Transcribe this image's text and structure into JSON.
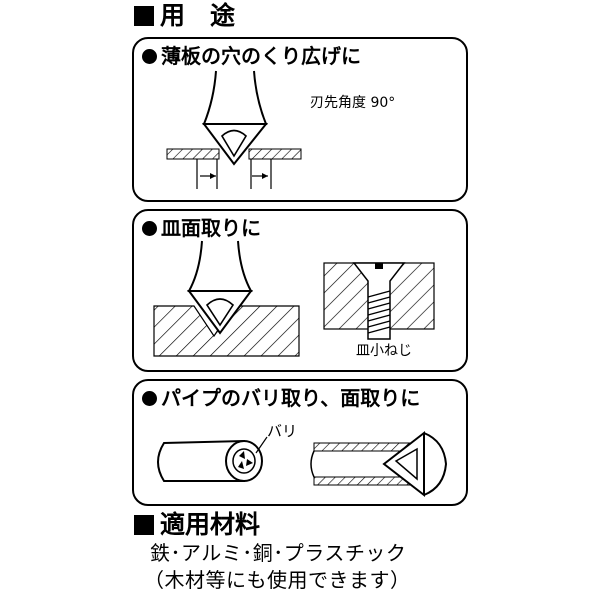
{
  "uses": {
    "heading": "用　途",
    "panels": [
      {
        "title": "薄板の穴のくり広げに",
        "label": "刃先角度 90°"
      },
      {
        "title": "皿面取りに",
        "label": "皿小ねじ"
      },
      {
        "title": "パイプのバリ取り、面取りに",
        "label": "バリ"
      }
    ]
  },
  "materials": {
    "heading": "適用材料",
    "line1": "鉄･アルミ･銅･プラスチック",
    "line2": "（木材等にも使用できます）"
  }
}
